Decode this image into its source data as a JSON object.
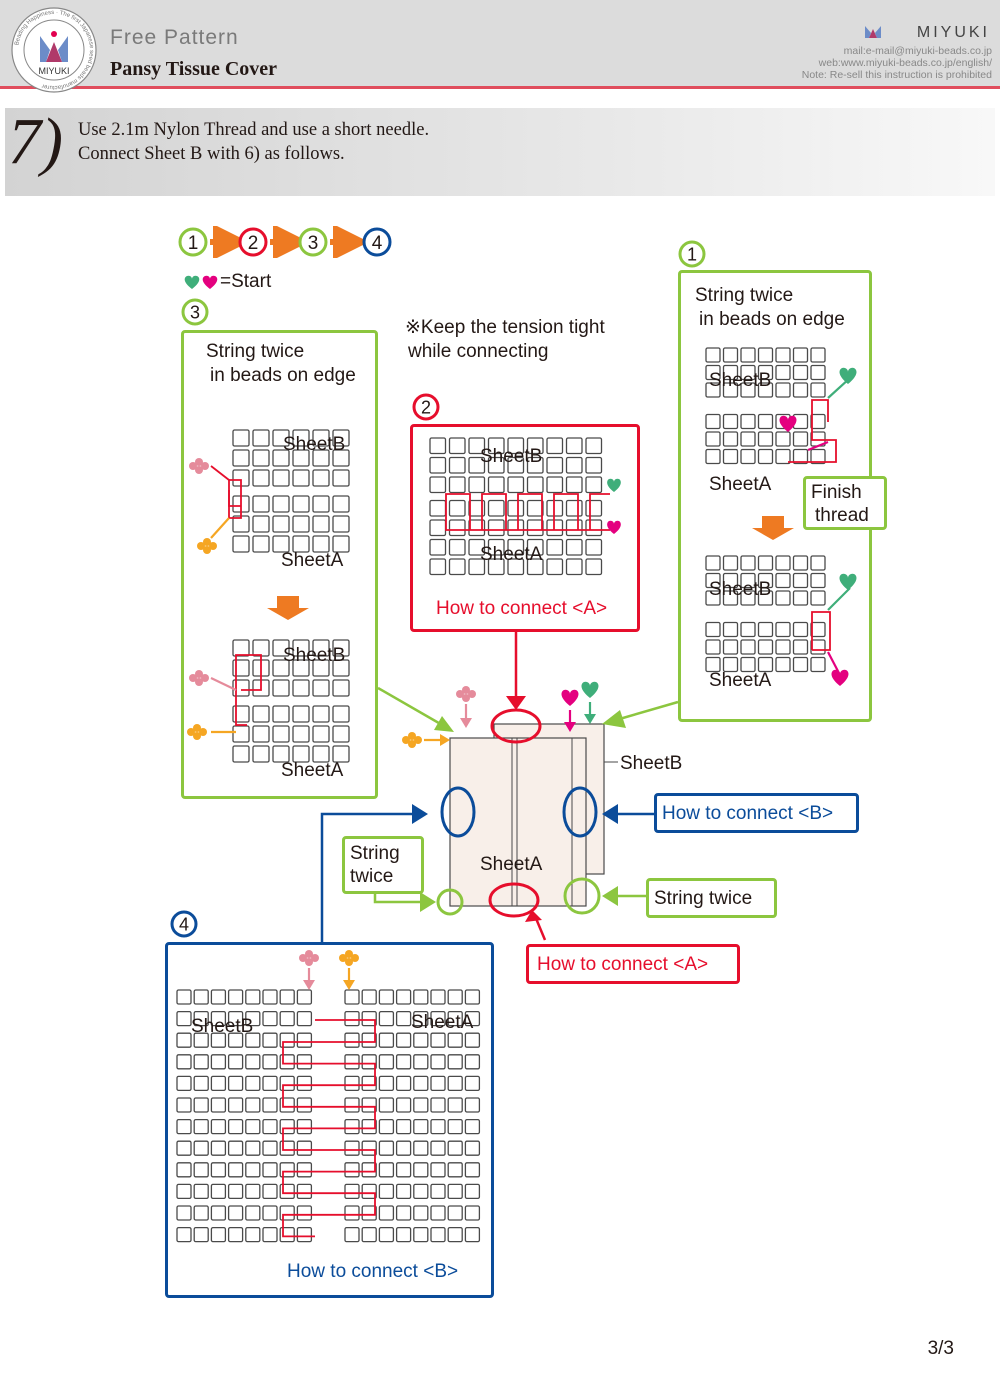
{
  "header": {
    "logo_ring_text": "Beading Happiness · The first Japanese seed beads manufacturer",
    "logo_name": "MIYUKI",
    "free_pattern": "Free Pattern",
    "title": "Pansy Tissue Cover",
    "brand": "MIYUKI",
    "mail": "mail:e-mail@miyuki-beads.co.jp",
    "web": "web:www.miyuki-beads.co.jp/english/",
    "note": "Note: Re-sell this instruction is prohibited"
  },
  "step": {
    "number": "7)",
    "line1": "Use 2.1m Nylon Thread and use a short needle.",
    "line2": "Connect Sheet B with 6) as follows."
  },
  "legend": {
    "order": [
      "1",
      "2",
      "3",
      "4"
    ],
    "start_label": "=Start"
  },
  "tension_note": {
    "line1": "※Keep the tension tight",
    "line2": "while connecting"
  },
  "box1": {
    "number": "1",
    "line1": "String twice",
    "line2": "in beads on edge",
    "sheet_b": "SheetB",
    "sheet_a": "SheetA",
    "finish_line1": "Finish",
    "finish_line2": "thread"
  },
  "box2": {
    "number": "2",
    "sheet_b": "SheetB",
    "sheet_a": "SheetA",
    "caption": "How to connect <A>"
  },
  "box3": {
    "number": "3",
    "line1": "String twice",
    "line2": "in beads on edge",
    "sheet_b": "SheetB",
    "sheet_a": "SheetA"
  },
  "box4": {
    "number": "4",
    "sheet_b": "SheetB",
    "sheet_a": "SheetA",
    "caption": "How to connect <B>"
  },
  "center": {
    "sheet_b": "SheetB",
    "sheet_a": "SheetA",
    "connect_b": "How to connect <B>",
    "string_twice_right": "String twice",
    "string_twice_left_1": "String",
    "string_twice_left_2": "twice",
    "connect_a": "How to connect <A>"
  },
  "colors": {
    "green": "#8cc63f",
    "red": "#e60e2c",
    "blue": "#0b4c9a",
    "orange": "#ee7a22",
    "teal_heart": "#3fae7a",
    "pink_heart": "#e4007f",
    "clover": "#e58b9b",
    "yellow_clover": "#f5a623"
  },
  "page_number": "3/3"
}
